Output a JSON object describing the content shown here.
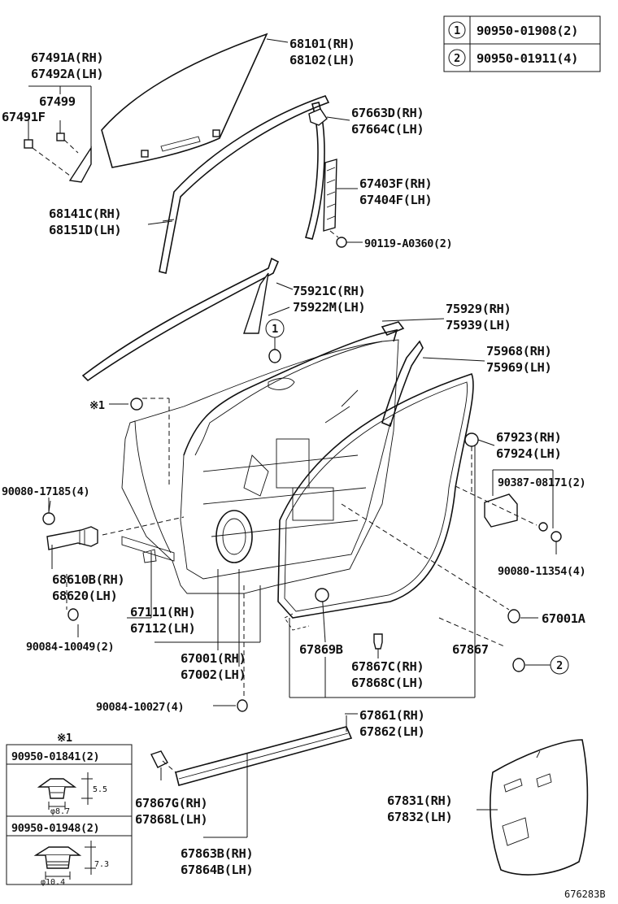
{
  "legend": {
    "rows": [
      {
        "mark": "1",
        "part": "90950-01908(2)"
      },
      {
        "mark": "2",
        "part": "90950-01911(4)"
      }
    ]
  },
  "inset": {
    "mark": "※1",
    "items": [
      {
        "part": "90950-01841(2)",
        "height": "5.5",
        "diameter": "φ8.7"
      },
      {
        "part": "90950-01948(2)",
        "height": "7.3",
        "diameter": "φ10.4"
      }
    ]
  },
  "callout_marker": "※1",
  "circle_marks": [
    "1",
    "2"
  ],
  "labels": {
    "l_67491a": "67491A(RH)",
    "l_67492a": "67492A(LH)",
    "l_67499": "67499",
    "l_67491f": "67491F",
    "l_68101": "68101(RH)",
    "l_68102": "68102(LH)",
    "l_67663d": "67663D(RH)",
    "l_67664c": "67664C(LH)",
    "l_67403f": "67403F(RH)",
    "l_67404f": "67404F(LH)",
    "l_90119": "90119-A0360(2)",
    "l_68141c": "68141C(RH)",
    "l_68151d": "68151D(LH)",
    "l_75921c": "75921C(RH)",
    "l_75922m": "75922M(LH)",
    "l_75929": "75929(RH)",
    "l_75939": "75939(LH)",
    "l_75968": "75968(RH)",
    "l_75969": "75969(LH)",
    "l_67923": "67923(RH)",
    "l_67924": "67924(LH)",
    "l_90387": "90387-08171(2)",
    "l_90080a": "90080-17185(4)",
    "l_90080b": "90080-11354(4)",
    "l_68610b": "68610B(RH)",
    "l_68620": "68620(LH)",
    "l_67111": "67111(RH)",
    "l_67112": "67112(LH)",
    "l_90084a": "90084-10049(2)",
    "l_67001": "67001(RH)",
    "l_67002": "67002(LH)",
    "l_67001a": "67001A",
    "l_67869b": "67869B",
    "l_67867": "67867",
    "l_67867c": "67867C(RH)",
    "l_67868c": "67868C(LH)",
    "l_90084b": "90084-10027(4)",
    "l_67861": "67861(RH)",
    "l_67862": "67862(LH)",
    "l_67867g": "67867G(RH)",
    "l_67868l": "67868L(LH)",
    "l_67831": "67831(RH)",
    "l_67832": "67832(LH)",
    "l_67863b": "67863B(RH)",
    "l_67864b": "67864B(LH)",
    "diagram_code": "676283B"
  }
}
